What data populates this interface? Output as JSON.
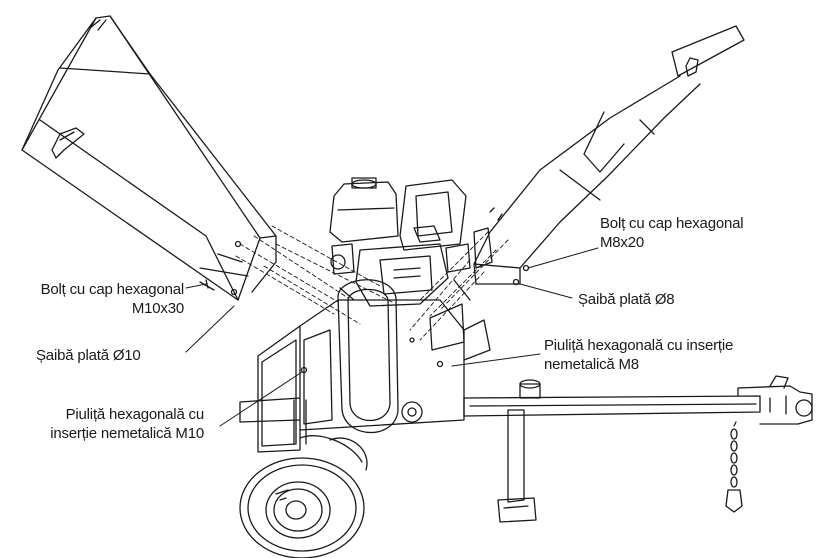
{
  "labels": {
    "bolt_m10": {
      "line1": "Bolț cu cap hexagonal",
      "line2": "M10x30"
    },
    "washer_10": {
      "text": "Șaibă plată  Ø10"
    },
    "nut_m10": {
      "line1": "Piuliță hexagonală cu",
      "line2": "inserție nemetalică M10"
    },
    "bolt_m8": {
      "line1": "Bolț cu cap hexagonal",
      "line2": "M8x20"
    },
    "washer_8": {
      "text": "Șaibă plată Ø8"
    },
    "nut_m8": {
      "line1": "Piuliță hexagonală cu inserție",
      "line2": "nemetalică M8"
    }
  },
  "colors": {
    "stroke": "#1a1a1a",
    "background": "#ffffff",
    "text": "#1a1a1a"
  }
}
